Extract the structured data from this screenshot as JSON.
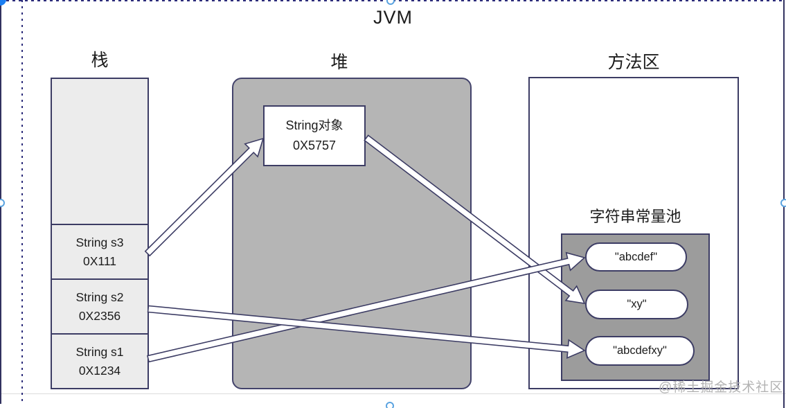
{
  "title": "JVM",
  "watermark": "@稀土掘金技术社区",
  "colors": {
    "border": "#3c3c64",
    "text": "#1c1c1c",
    "stack_fill": "#ececec",
    "heap_fill": "#b5b5b5",
    "pool_fill": "#9c9c9c",
    "frame_line": "#32325f",
    "dotted_line": "#2c2c7a",
    "handle_blue": "#5aa3e0",
    "corner_blue": "#1b7ef2",
    "watermark_gray": "#b3b3b3"
  },
  "stack": {
    "label": "栈",
    "frames": [
      {
        "name": "String s3",
        "address": "0X111"
      },
      {
        "name": "String s2",
        "address": "0X2356"
      },
      {
        "name": "String s1",
        "address": "0X1234"
      }
    ]
  },
  "heap": {
    "label": "堆",
    "object": {
      "name": "String对象",
      "address": "0X5757"
    }
  },
  "method_area": {
    "label": "方法区",
    "constant_pool": {
      "label": "字符串常量池",
      "constants": [
        "\"abcdef\"",
        "\"xy\"",
        "\"abcdefxy\""
      ]
    }
  },
  "edges": [
    {
      "from": "stack-s3",
      "to": "heap-string-object"
    },
    {
      "from": "heap-string-object",
      "to": "pool-xy"
    },
    {
      "from": "stack-s1",
      "to": "pool-abcdef"
    },
    {
      "from": "stack-s2",
      "to": "pool-abcdefxy"
    }
  ]
}
